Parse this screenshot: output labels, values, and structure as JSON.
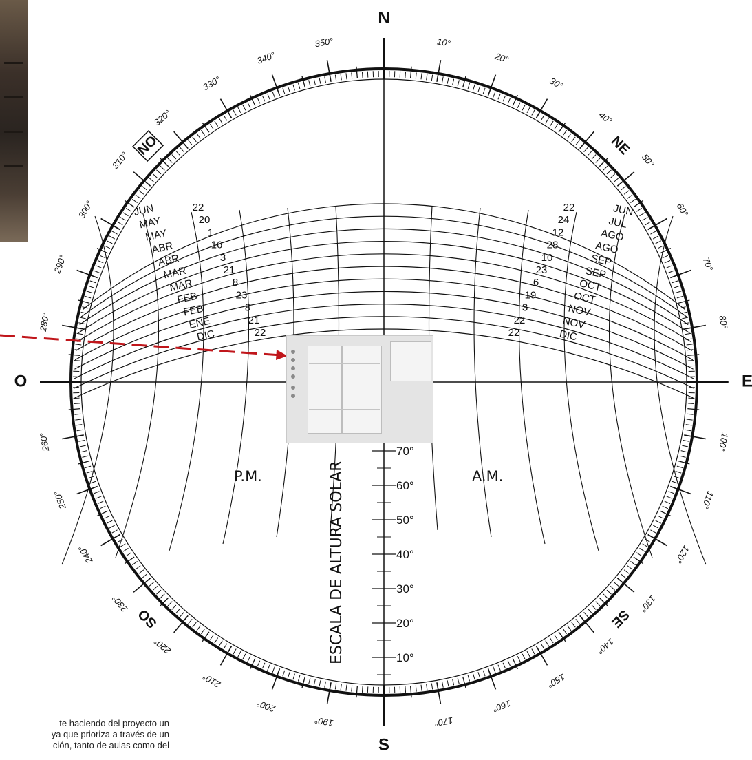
{
  "compass": {
    "cardinals": [
      {
        "label": "N",
        "angle": 0
      },
      {
        "label": "E",
        "angle": 90
      },
      {
        "label": "S",
        "angle": 180
      },
      {
        "label": "O",
        "angle": 270
      }
    ],
    "intercardinals": [
      {
        "label": "NE",
        "angle": 45
      },
      {
        "label": "SE",
        "angle": 135
      },
      {
        "label": "SO",
        "angle": 225
      },
      {
        "label": "NO",
        "angle": 315
      }
    ],
    "degree_labels": [
      {
        "label": "10°",
        "angle": 10
      },
      {
        "label": "20°",
        "angle": 20
      },
      {
        "label": "30°",
        "angle": 30
      },
      {
        "label": "40°",
        "angle": 40
      },
      {
        "label": "50°",
        "angle": 50
      },
      {
        "label": "60°",
        "angle": 60
      },
      {
        "label": "70°",
        "angle": 70
      },
      {
        "label": "80°",
        "angle": 80
      },
      {
        "label": "100°",
        "angle": 100
      },
      {
        "label": "110°",
        "angle": 110
      },
      {
        "label": "120°",
        "angle": 120
      },
      {
        "label": "130°",
        "angle": 130
      },
      {
        "label": "140°",
        "angle": 140
      },
      {
        "label": "150°",
        "angle": 150
      },
      {
        "label": "160°",
        "angle": 160
      },
      {
        "label": "170°",
        "angle": 170
      },
      {
        "label": "190°",
        "angle": 190
      },
      {
        "label": "200°",
        "angle": 200
      },
      {
        "label": "210°",
        "angle": 210
      },
      {
        "label": "220°",
        "angle": 220
      },
      {
        "label": "230°",
        "angle": 230
      },
      {
        "label": "240°",
        "angle": 240
      },
      {
        "label": "250°",
        "angle": 250
      },
      {
        "label": "260°",
        "angle": 260
      },
      {
        "label": "280°",
        "angle": 280
      },
      {
        "label": "290°",
        "angle": 290
      },
      {
        "label": "300°",
        "angle": 300
      },
      {
        "label": "310°",
        "angle": 310
      },
      {
        "label": "320°",
        "angle": 320
      },
      {
        "label": "330°",
        "angle": 330
      },
      {
        "label": "340°",
        "angle": 340
      },
      {
        "label": "350°",
        "angle": 350
      }
    ]
  },
  "date_curves": {
    "left": [
      {
        "month": "JUN",
        "day": "22"
      },
      {
        "month": "MAY",
        "day": "20"
      },
      {
        "month": "MAY",
        "day": "1"
      },
      {
        "month": "ABR",
        "day": "16"
      },
      {
        "month": "ABR",
        "day": "3"
      },
      {
        "month": "MAR",
        "day": "21"
      },
      {
        "month": "MAR",
        "day": "8"
      },
      {
        "month": "FEB",
        "day": "23"
      },
      {
        "month": "FEB",
        "day": "8"
      },
      {
        "month": "ENE",
        "day": "21"
      },
      {
        "month": "DIC",
        "day": "22"
      }
    ],
    "right": [
      {
        "month": "JUN",
        "day": "22"
      },
      {
        "month": "JUL",
        "day": "24"
      },
      {
        "month": "AGO",
        "day": "12"
      },
      {
        "month": "AGO",
        "day": "28"
      },
      {
        "month": "SEP",
        "day": "10"
      },
      {
        "month": "SEP",
        "day": "23"
      },
      {
        "month": "OCT",
        "day": "6"
      },
      {
        "month": "OCT",
        "day": "19"
      },
      {
        "month": "NOV",
        "day": "3"
      },
      {
        "month": "NOV",
        "day": "22"
      },
      {
        "month": "DIC",
        "day": "22"
      }
    ]
  },
  "labels": {
    "pm": "P.M.",
    "am": "A.M.",
    "altitude_scale": "ESCALA DE ALTURA SOLAR"
  },
  "altitude_ticks": [
    "70°",
    "60°",
    "50°",
    "40°",
    "30°",
    "20°",
    "10°"
  ],
  "caption": {
    "line1": "te haciendo del proyecto un",
    "line2": "ya que prioriza a través de un",
    "line3": "ción, tanto de aulas como del"
  },
  "colors": {
    "ink": "#111111",
    "arrow": "#c0161b"
  }
}
